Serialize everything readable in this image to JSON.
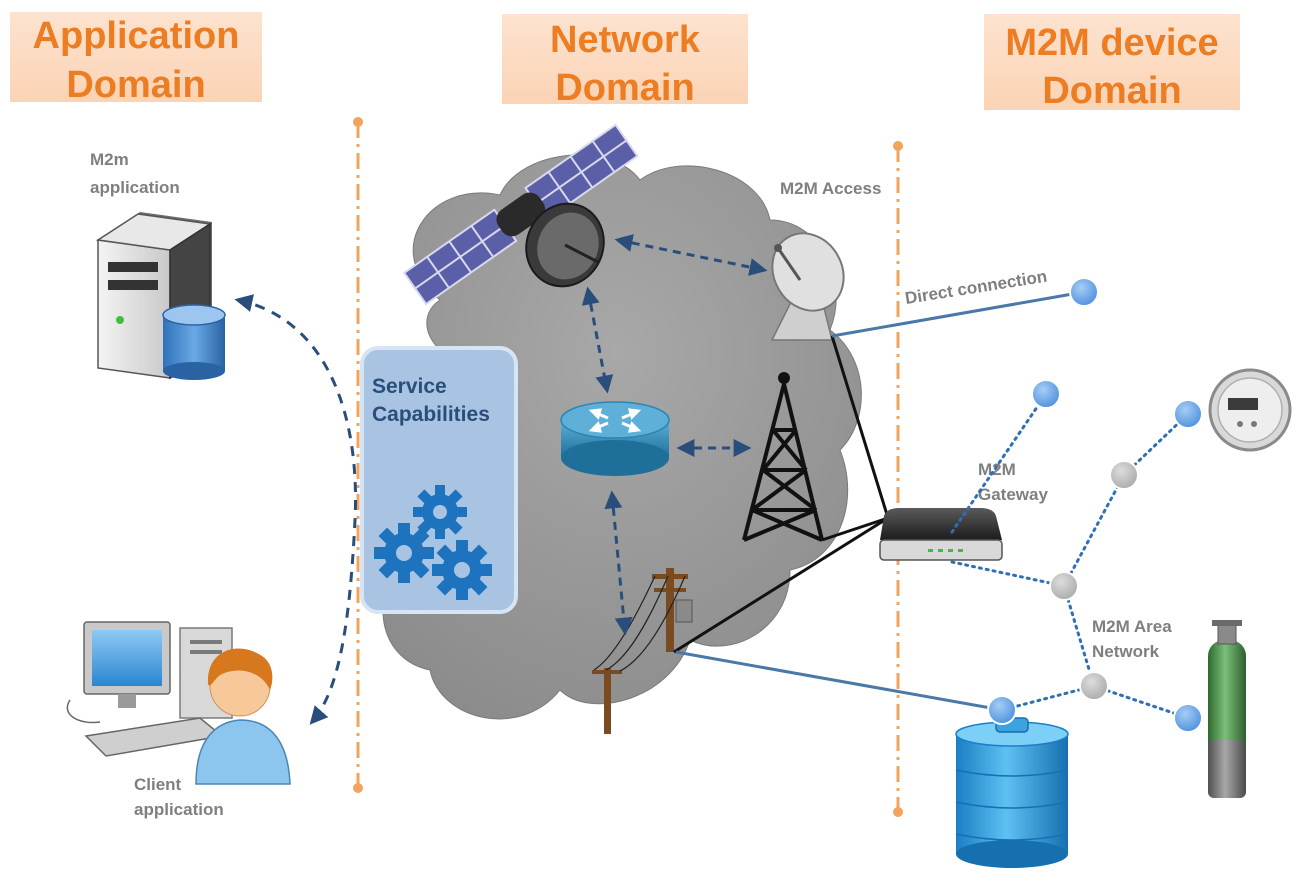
{
  "domains": {
    "application": {
      "line1": "Application",
      "line2": "Domain"
    },
    "network": {
      "line1": "Network",
      "line2": "Domain"
    },
    "device": {
      "line1": "M2M device",
      "line2": "Domain"
    }
  },
  "labels": {
    "m2m_application": {
      "line1": "M2m",
      "line2": "application"
    },
    "client_application": {
      "line1": "Client",
      "line2": "application"
    },
    "service_capabilities": {
      "line1": "Service",
      "line2": "Capabilities"
    },
    "m2m_access": "M2M Access",
    "direct_connection": "Direct connection",
    "m2m_gateway": {
      "line1": "M2M",
      "line2": "Gateway"
    },
    "m2m_area_network": {
      "line1": "M2M Area",
      "line2": "Network"
    }
  },
  "colors": {
    "domain_title": "#ec7d22",
    "domain_band": "#fbd8bf",
    "divider": "#f2a35c",
    "cloud": "#9d9d9d",
    "arrow": "#2a4e7c",
    "node_blue": "#6fa8e8",
    "node_gray": "#bdbdbd"
  }
}
